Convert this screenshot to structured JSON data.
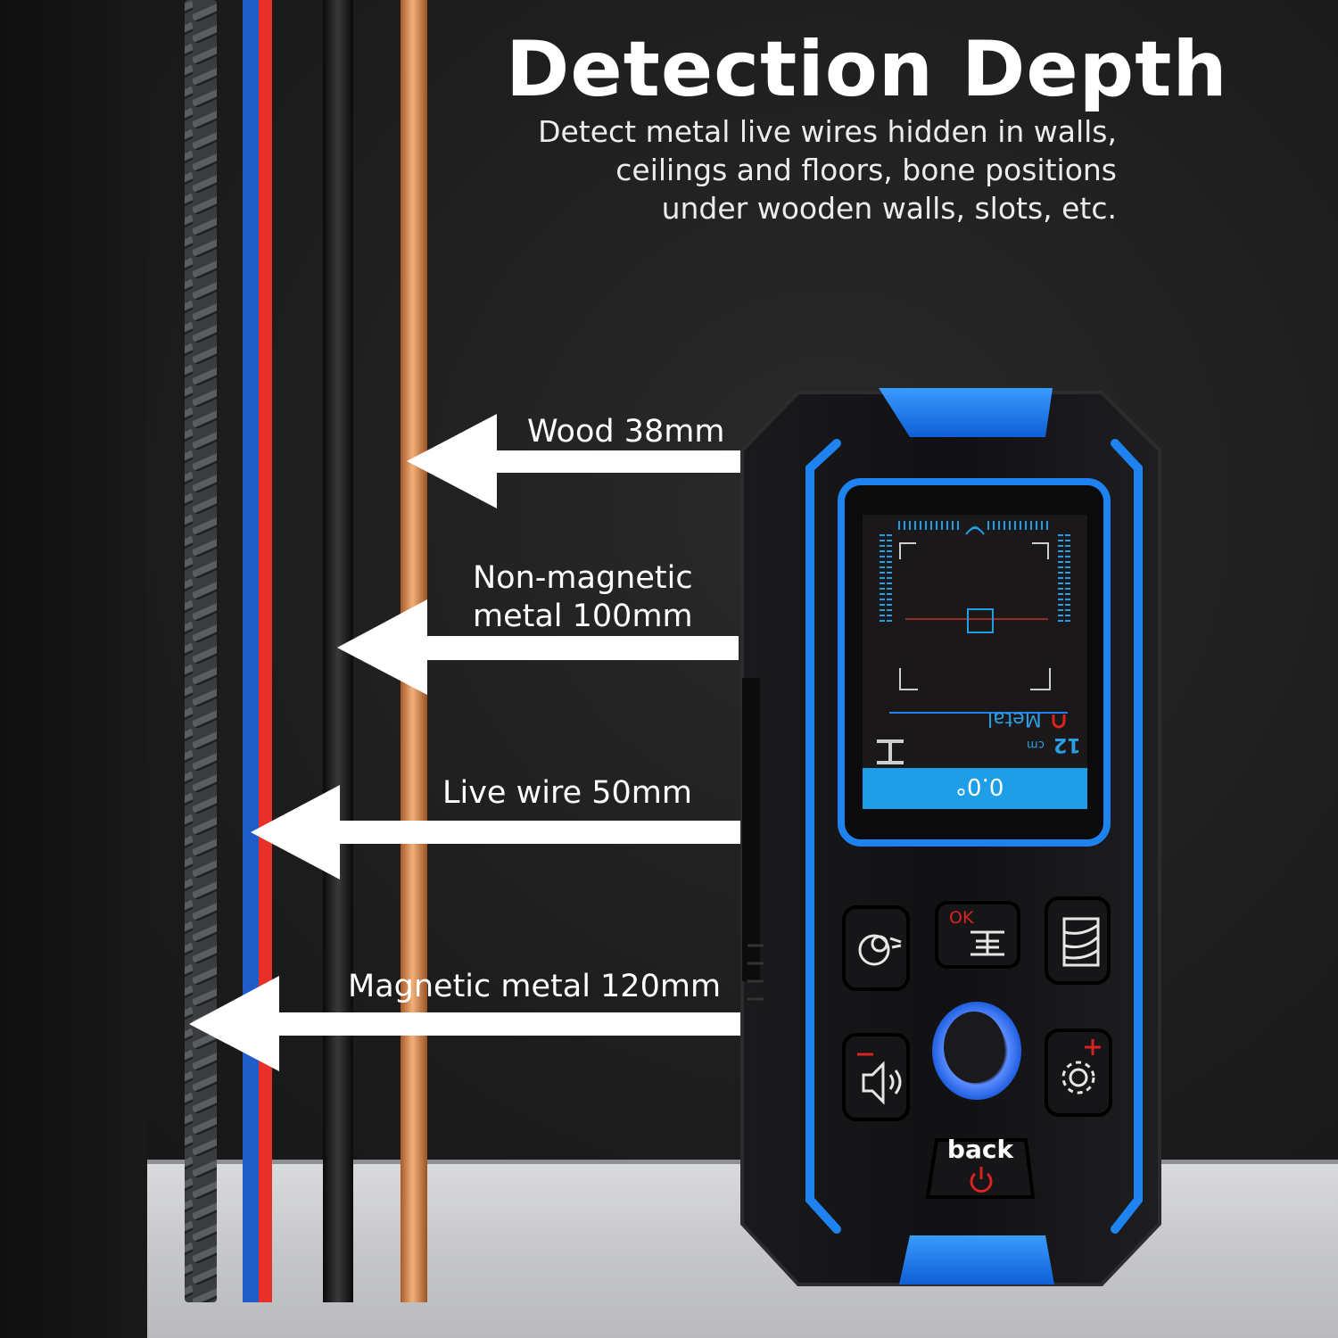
{
  "headline": "Detection Depth",
  "description_lines": [
    "Detect metal live wires hidden in walls,",
    "ceilings and floors, bone positions",
    "under wooden walls, slots, etc."
  ],
  "depth_labels": {
    "wood": "Wood 38mm",
    "non_magnetic_line1": "Non-magnetic",
    "non_magnetic_line2": "metal 100mm",
    "live_wire": "Live wire 50mm",
    "magnetic": "Magnetic metal 120mm"
  },
  "device": {
    "screen": {
      "angle_readout": "0.0°",
      "mode": "Metal",
      "depth_value": "12",
      "depth_unit": "cm"
    },
    "buttons": {
      "ok_label": "OK",
      "back_label": "back"
    }
  },
  "colors": {
    "accent_blue": "#1e82f0",
    "screen_blue": "#1e9ee6",
    "warning_red": "#d8231f",
    "cable_red": "#e8302a",
    "cable_blue": "#1f5cc8",
    "copper": "#d98a4e"
  }
}
